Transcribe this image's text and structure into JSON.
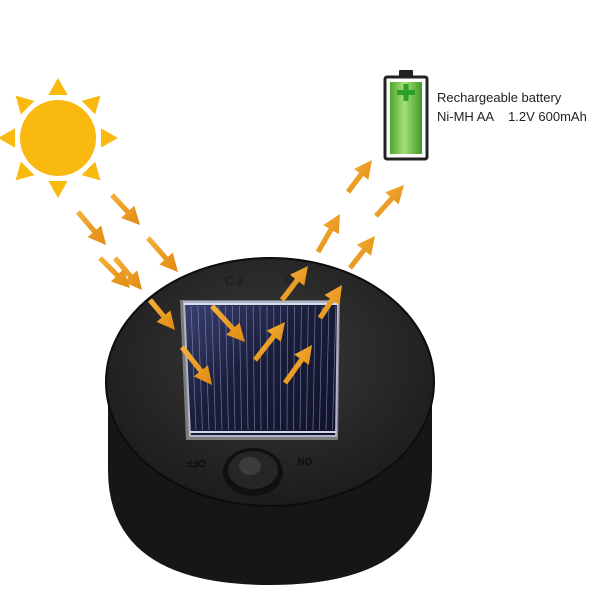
{
  "battery": {
    "label_line1": "Rechargeable battery",
    "label_type": "Ni-MH AA",
    "label_specs": "1.2V 600mAh",
    "icon": "battery-icon",
    "fill_color": "#6cc43a",
    "plus_color": "#2fa02a"
  },
  "switch": {
    "off_label": "OFF",
    "on_label": "ON"
  },
  "colors": {
    "sun": "#f9b90f",
    "arrow": "#f0a020",
    "panel": "#1d2240",
    "housing": "#2b2b2b"
  }
}
